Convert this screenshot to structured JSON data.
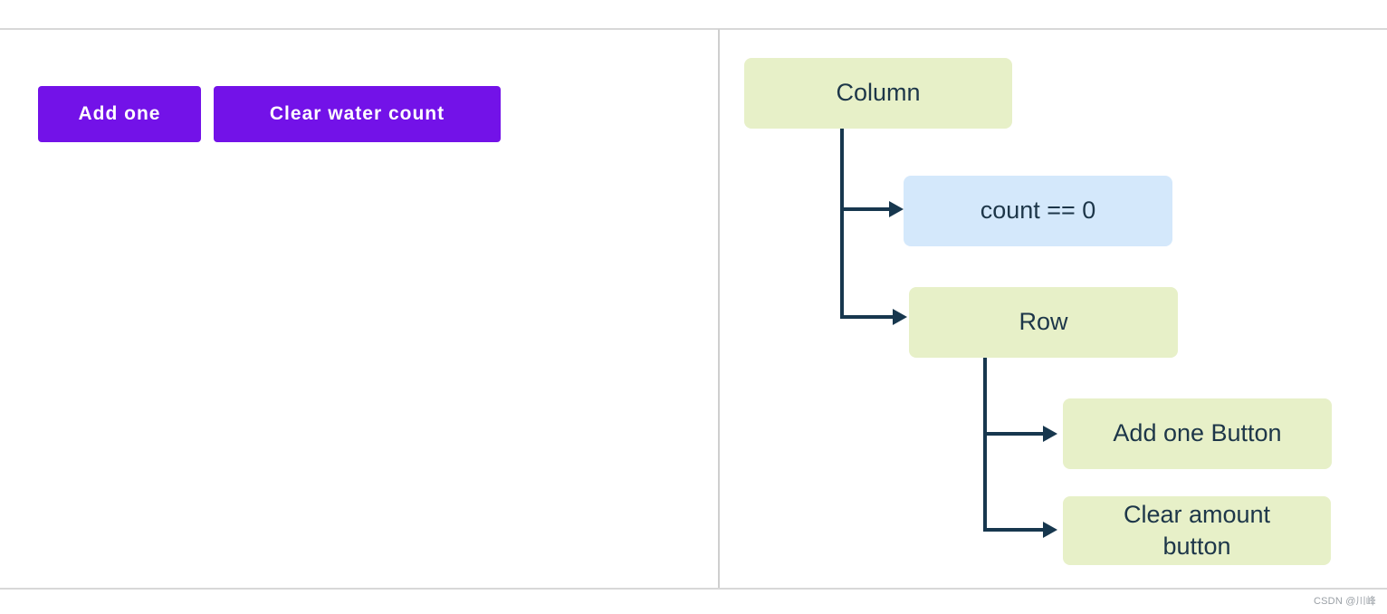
{
  "app": {
    "accent_color": "#7312e8",
    "buttons": [
      {
        "label": "Add one"
      },
      {
        "label": "Clear water count"
      }
    ]
  },
  "diagram": {
    "line_color": "#17374e",
    "node_green_color": "#e7f0c8",
    "node_blue_color": "#d4e8fb",
    "text_color": "#1d3649",
    "nodes": {
      "column": {
        "label": "Column"
      },
      "condition": {
        "label": "count == 0"
      },
      "row": {
        "label": "Row"
      },
      "add_button": {
        "label": "Add one Button"
      },
      "clear_button": {
        "label": "Clear amount button"
      }
    }
  },
  "watermark": "CSDN @川峰"
}
